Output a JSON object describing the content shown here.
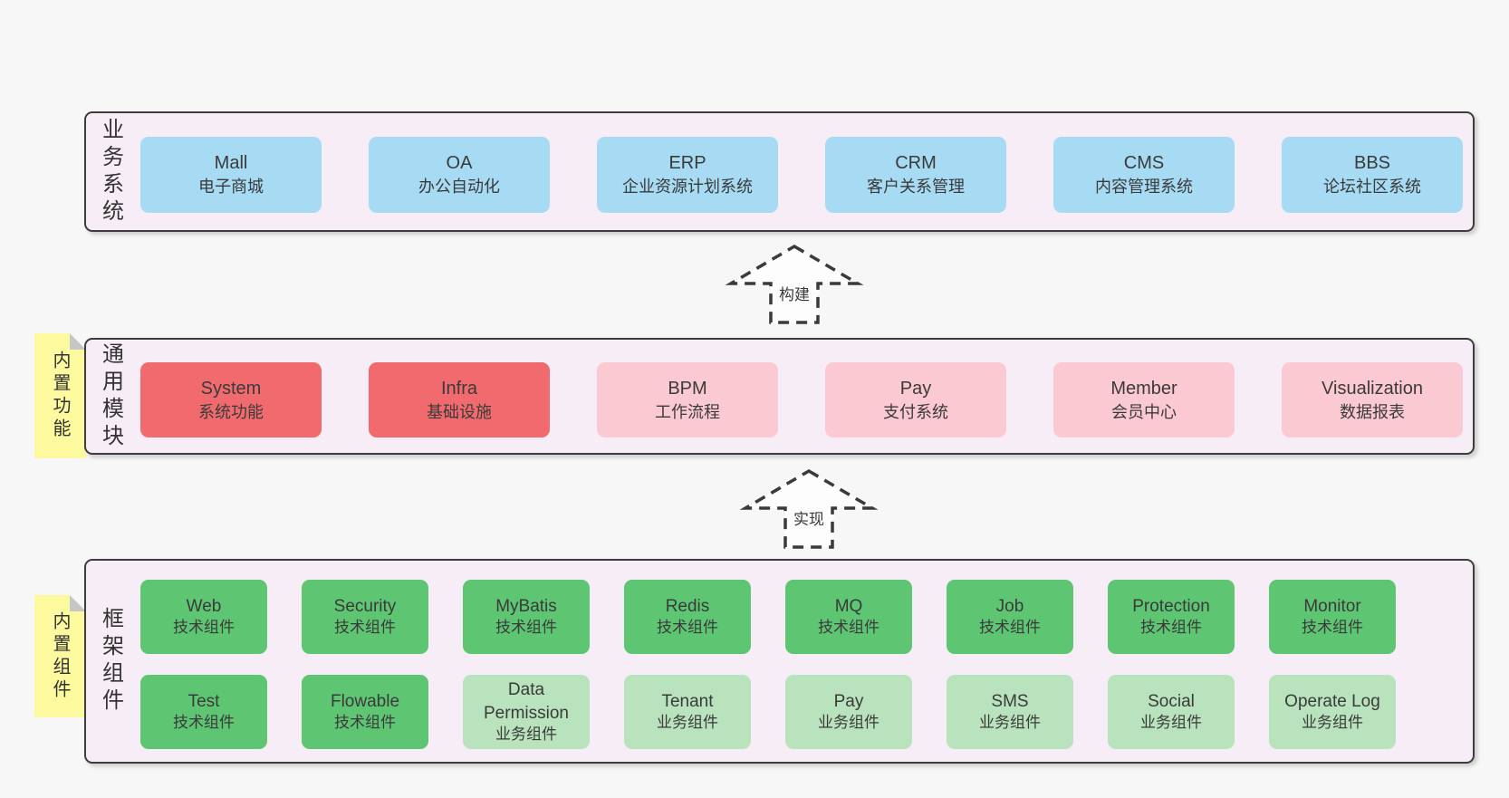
{
  "colors": {
    "page_background": "#f7f7f7",
    "container_fill": "#f7edf6",
    "container_border": "#3d3d3d",
    "business_box": "#a7dbf4",
    "core_module_box": "#f16b6e",
    "optional_module_box": "#fac9d2",
    "tech_component_box": "#5ec573",
    "biz_component_box": "#b9e3bd",
    "sticky_tab": "#fcf99e",
    "sticky_fold": "#c6c6c6",
    "text": "#3a3a3a"
  },
  "arrows": [
    {
      "label": "构建"
    },
    {
      "label": "实现"
    }
  ],
  "layers": [
    {
      "label": "业务系统",
      "boxes": [
        {
          "name": "Mall",
          "desc": "电子商城"
        },
        {
          "name": "OA",
          "desc": "办公自动化"
        },
        {
          "name": "ERP",
          "desc": "企业资源计划系统"
        },
        {
          "name": "CRM",
          "desc": "客户关系管理"
        },
        {
          "name": "CMS",
          "desc": "内容管理系统"
        },
        {
          "name": "BBS",
          "desc": "论坛社区系统"
        }
      ]
    },
    {
      "label": "通用模块",
      "tab": "内置功能",
      "boxes": [
        {
          "name": "System",
          "desc": "系统功能"
        },
        {
          "name": "Infra",
          "desc": "基础设施"
        },
        {
          "name": "BPM",
          "desc": "工作流程"
        },
        {
          "name": "Pay",
          "desc": "支付系统"
        },
        {
          "name": "Member",
          "desc": "会员中心"
        },
        {
          "name": "Visualization",
          "desc": "数据报表"
        }
      ]
    },
    {
      "label": "框架组件",
      "tab": "内置组件",
      "rows": [
        [
          {
            "name": "Web",
            "desc": "技术组件"
          },
          {
            "name": "Security",
            "desc": "技术组件"
          },
          {
            "name": "MyBatis",
            "desc": "技术组件"
          },
          {
            "name": "Redis",
            "desc": "技术组件"
          },
          {
            "name": "MQ",
            "desc": "技术组件"
          },
          {
            "name": "Job",
            "desc": "技术组件"
          },
          {
            "name": "Protection",
            "desc": "技术组件"
          },
          {
            "name": "Monitor",
            "desc": "技术组件"
          }
        ],
        [
          {
            "name": "Test",
            "desc": "技术组件"
          },
          {
            "name": "Flowable",
            "desc": "技术组件"
          },
          {
            "name": "Data Permission",
            "desc": "业务组件"
          },
          {
            "name": "Tenant",
            "desc": "业务组件"
          },
          {
            "name": "Pay",
            "desc": "业务组件"
          },
          {
            "name": "SMS",
            "desc": "业务组件"
          },
          {
            "name": "Social",
            "desc": "业务组件"
          },
          {
            "name": "Operate Log",
            "desc": "业务组件"
          }
        ]
      ]
    }
  ]
}
